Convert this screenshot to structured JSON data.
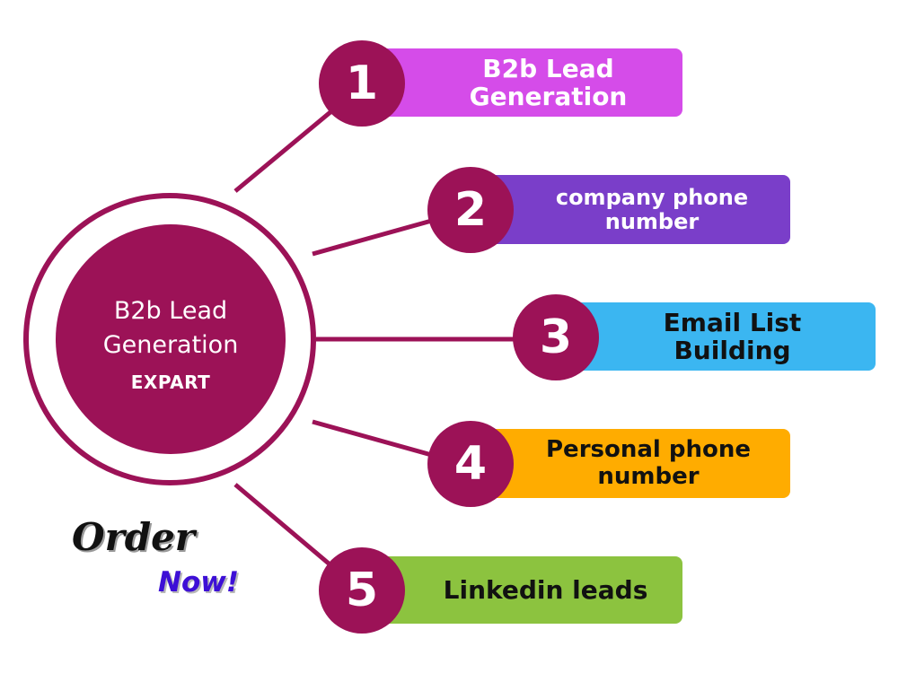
{
  "hub": {
    "line1": "B2b Lead",
    "line2": "Generation",
    "line3": "EXPART",
    "color": "#9c1257"
  },
  "items": [
    {
      "number": "1",
      "line1": "B2b Lead",
      "line2": "Generation",
      "color": "#d54ce9",
      "text_color": "#ffffff"
    },
    {
      "number": "2",
      "line1": "company phone",
      "line2": "number",
      "color": "#7a3ec9",
      "text_color": "#ffffff"
    },
    {
      "number": "3",
      "line1": "Email List",
      "line2": "Building",
      "color": "#3bb6f1",
      "text_color": "#111111"
    },
    {
      "number": "4",
      "line1": "Personal phone",
      "line2": "number",
      "color": "#ffac00",
      "text_color": "#111111"
    },
    {
      "number": "5",
      "line1": "Linkedin leads",
      "line2": "",
      "color": "#8cc33f",
      "text_color": "#111111"
    }
  ],
  "cta": {
    "order": "Order",
    "now": "Now!"
  }
}
